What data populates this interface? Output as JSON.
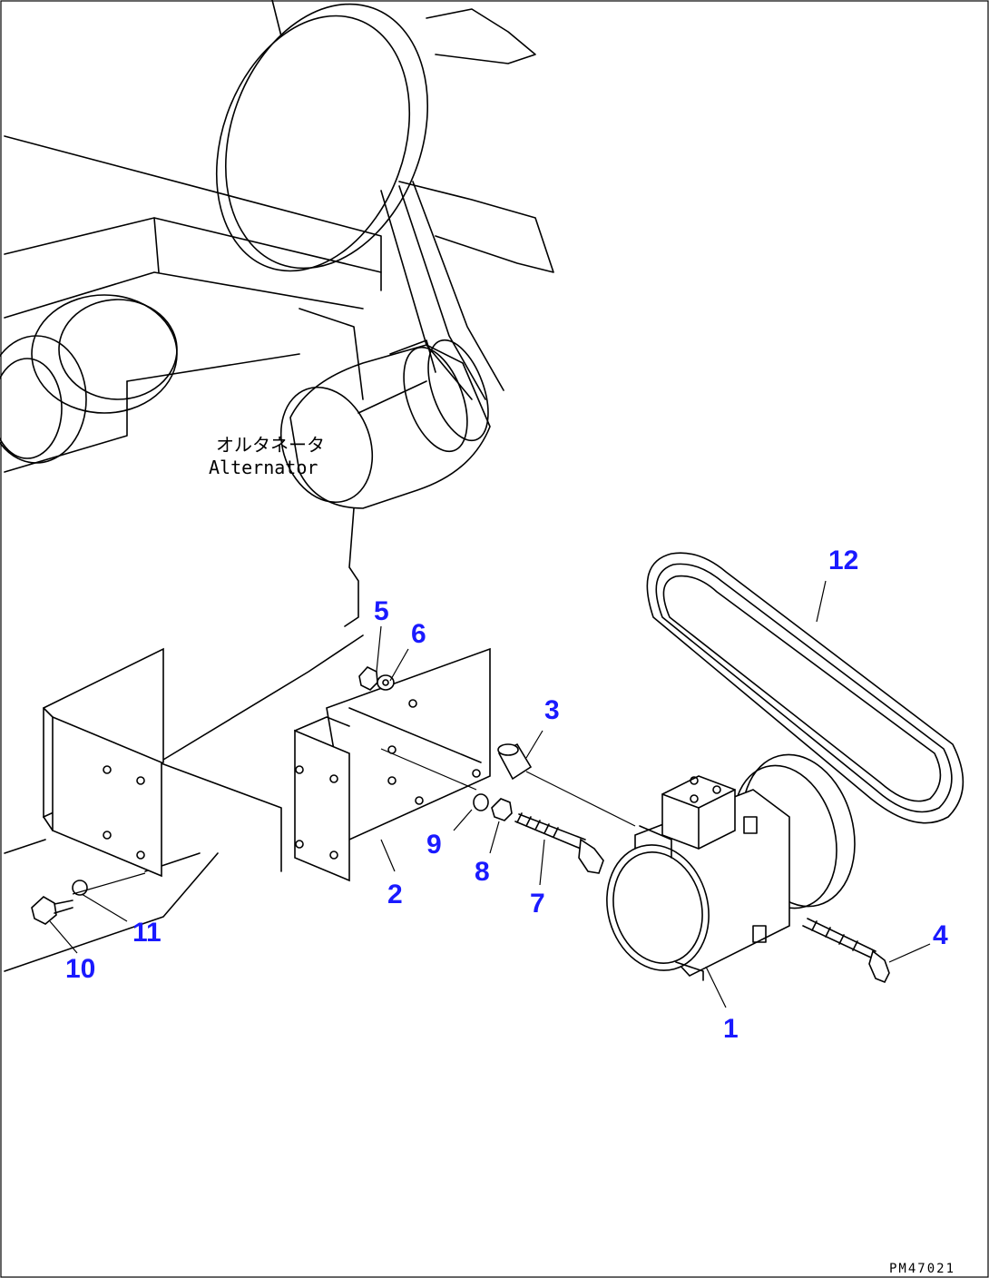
{
  "labels": {
    "alternator_jp": "オルタネータ",
    "alternator_en": "Alternator"
  },
  "callouts": [
    "1",
    "2",
    "3",
    "4",
    "5",
    "6",
    "7",
    "8",
    "9",
    "10",
    "11",
    "12"
  ],
  "drawing_code": "PM47021"
}
